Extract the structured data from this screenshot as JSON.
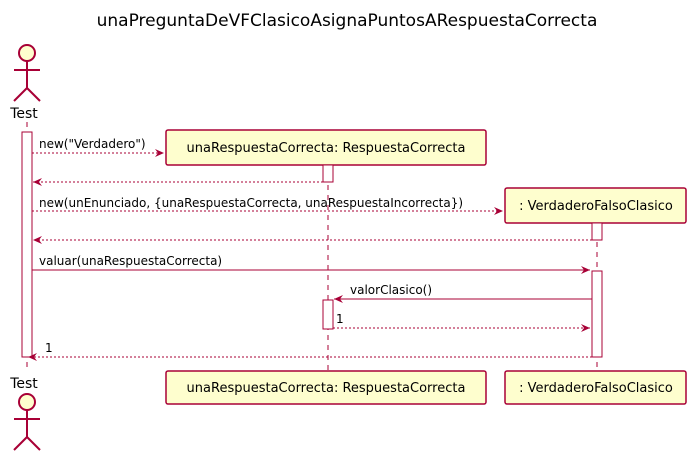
{
  "title": "unaPreguntaDeVFClasicoAsignaPuntosARespuestaCorrecta",
  "participants": {
    "actor": "Test",
    "respuesta": "unaRespuestaCorrecta: RespuestaCorrecta",
    "verdadero": ": VerdaderoFalsoClasico"
  },
  "messages": [
    {
      "label": "new(\"Verdadero\")",
      "style": "dashed"
    },
    {
      "label": "",
      "style": "dashed"
    },
    {
      "label": "new(unEnunciado, {unaRespuestaCorrecta, unaRespuestaIncorrecta})",
      "style": "dashed"
    },
    {
      "label": "",
      "style": "dashed"
    },
    {
      "label": "valuar(unaRespuestaCorrecta)",
      "style": "solid"
    },
    {
      "label": "valorClasico()",
      "style": "solid"
    },
    {
      "label": "1",
      "style": "dashed"
    },
    {
      "label": "1",
      "style": "dashed"
    }
  ],
  "colors": {
    "border": "#A80036",
    "participant_fill": "#FEFECE"
  }
}
